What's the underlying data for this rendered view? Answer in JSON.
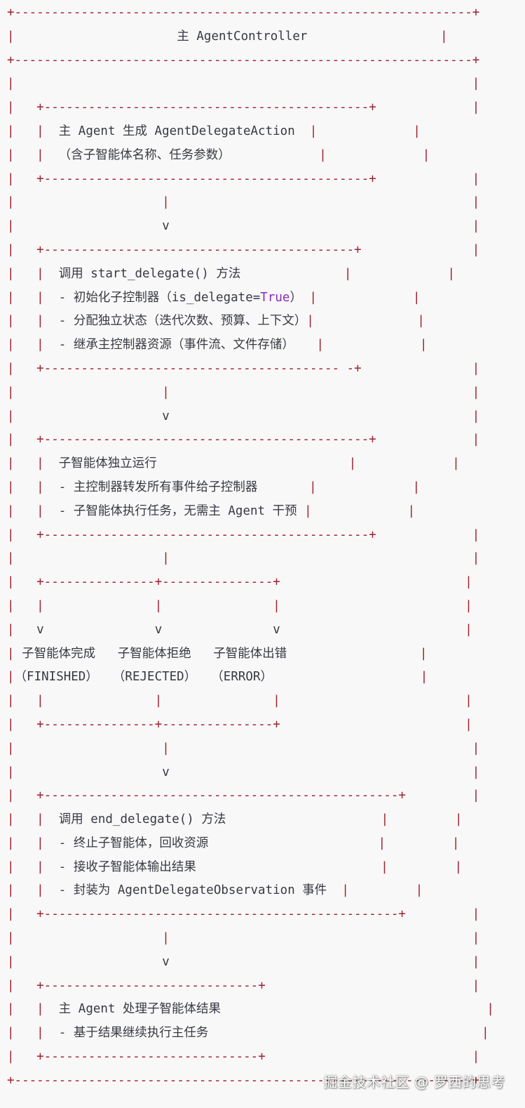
{
  "diagram": {
    "title": "主 AgentController",
    "step1": {
      "line1": "主 Agent 生成 AgentDelegateAction",
      "line2": "（含子智能体名称、任务参数）"
    },
    "step2": {
      "heading": "调用 start_delegate() 方法",
      "item1_prefix": "- 初始化子控制器（is_delegate=",
      "item1_keyword": "True",
      "item1_suffix": "）",
      "item2": "- 分配独立状态（迭代次数、预算、上下文）",
      "item3": "- 继承主控制器资源（事件流、文件存储）"
    },
    "step3": {
      "heading": "子智能体独立运行",
      "item1": "- 主控制器转发所有事件给子控制器",
      "item2": "- 子智能体执行任务，无需主 Agent 干预"
    },
    "branches": [
      {
        "label": "子智能体完成",
        "status": "（FINISHED）"
      },
      {
        "label": "子智能体拒绝",
        "status": "（REJECTED）"
      },
      {
        "label": "子智能体出错",
        "status": "（ERROR）"
      }
    ],
    "step4": {
      "heading": "调用 end_delegate() 方法",
      "item1": "- 终止子智能体，回收资源",
      "item2": "- 接收子智能体输出结果",
      "item3": "- 封装为 AgentDelegateObservation 事件"
    },
    "step5": {
      "heading": "主 Agent 处理子智能体结果",
      "item1": "- 基于结果继续执行主任务"
    }
  },
  "watermark": "掘金技术社区 @ 罗西的思考",
  "colors": {
    "border": "#a0202e",
    "keyword": "#8b2db7",
    "text": "#383a42",
    "background": "#f8f8f8"
  }
}
